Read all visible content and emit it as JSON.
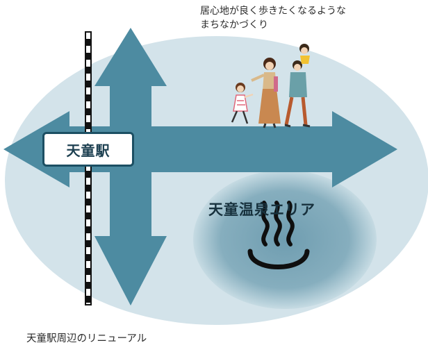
{
  "caption_top": [
    "居心地が良く歩きたくなるような",
    "まちなかづくり"
  ],
  "station_label": "天童駅",
  "onsen_area_label": "天童温泉エリア",
  "caption_bottom": "天童駅周辺のリニューアル",
  "icons": [
    "railway-track-icon",
    "hot-spring-icon",
    "family-walking-illustration"
  ],
  "colors": {
    "ellipse_fill": "#d3e3ea",
    "arrow_fill": "#4d8ba1",
    "onsen_fill": "#7fa9ba",
    "dark_outline": "#1c4f63",
    "track": "#111111"
  }
}
